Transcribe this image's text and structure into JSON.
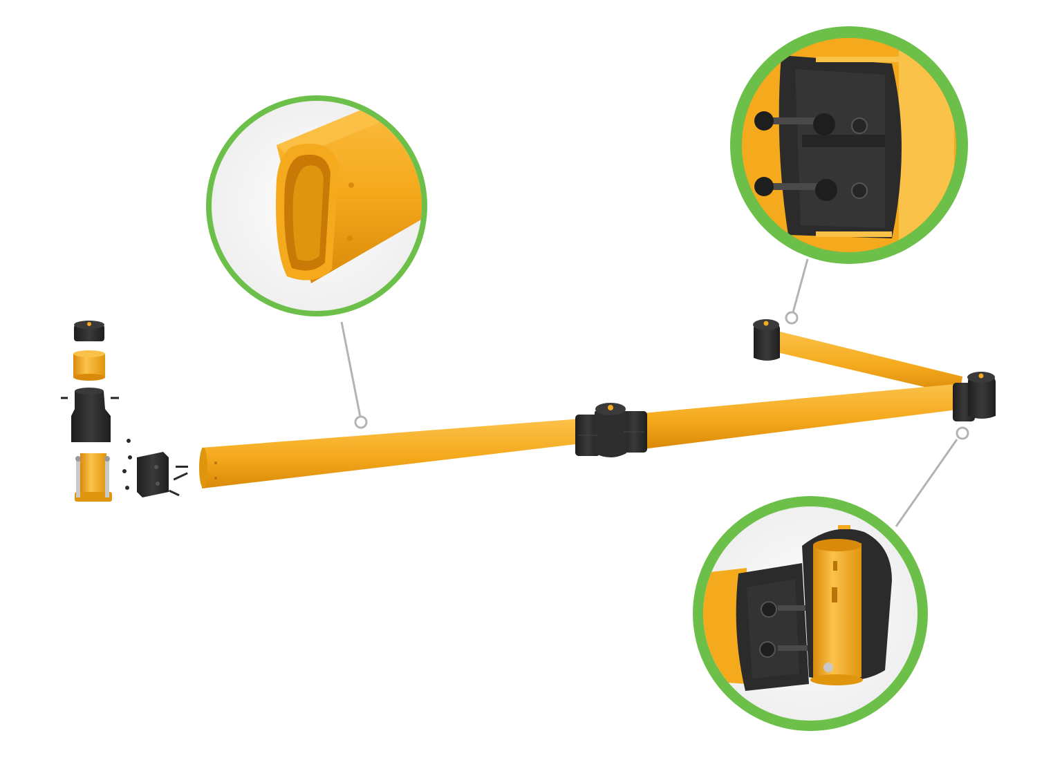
{
  "colors": {
    "background": "#ffffff",
    "barrier_yellow": "#F5A91C",
    "barrier_yellow_light": "#FBC24A",
    "barrier_yellow_dark": "#D98A0A",
    "fitting_black": "#2E2E2E",
    "fitting_dark": "#1E1E1E",
    "callout_ring_green": "#6CC04A",
    "callout_ring_dark_green": "#4FA234",
    "leader_line_gray": "#B3B3B3"
  },
  "components": [
    {
      "id": "main-rail",
      "icon": "rail-tube"
    },
    {
      "id": "connector",
      "icon": "inline-connector"
    },
    {
      "id": "corner-post-left",
      "icon": "corner-post"
    },
    {
      "id": "corner-post-right",
      "icon": "corner-post"
    },
    {
      "id": "exploded-base-kit",
      "icon": "exploded-parts"
    }
  ],
  "callouts": [
    {
      "id": "callout-rail-profile",
      "icon": "oval-tube-section"
    },
    {
      "id": "callout-clamp-detail",
      "icon": "clamp-bolts"
    },
    {
      "id": "callout-post-cutaway",
      "icon": "post-cutaway"
    }
  ]
}
